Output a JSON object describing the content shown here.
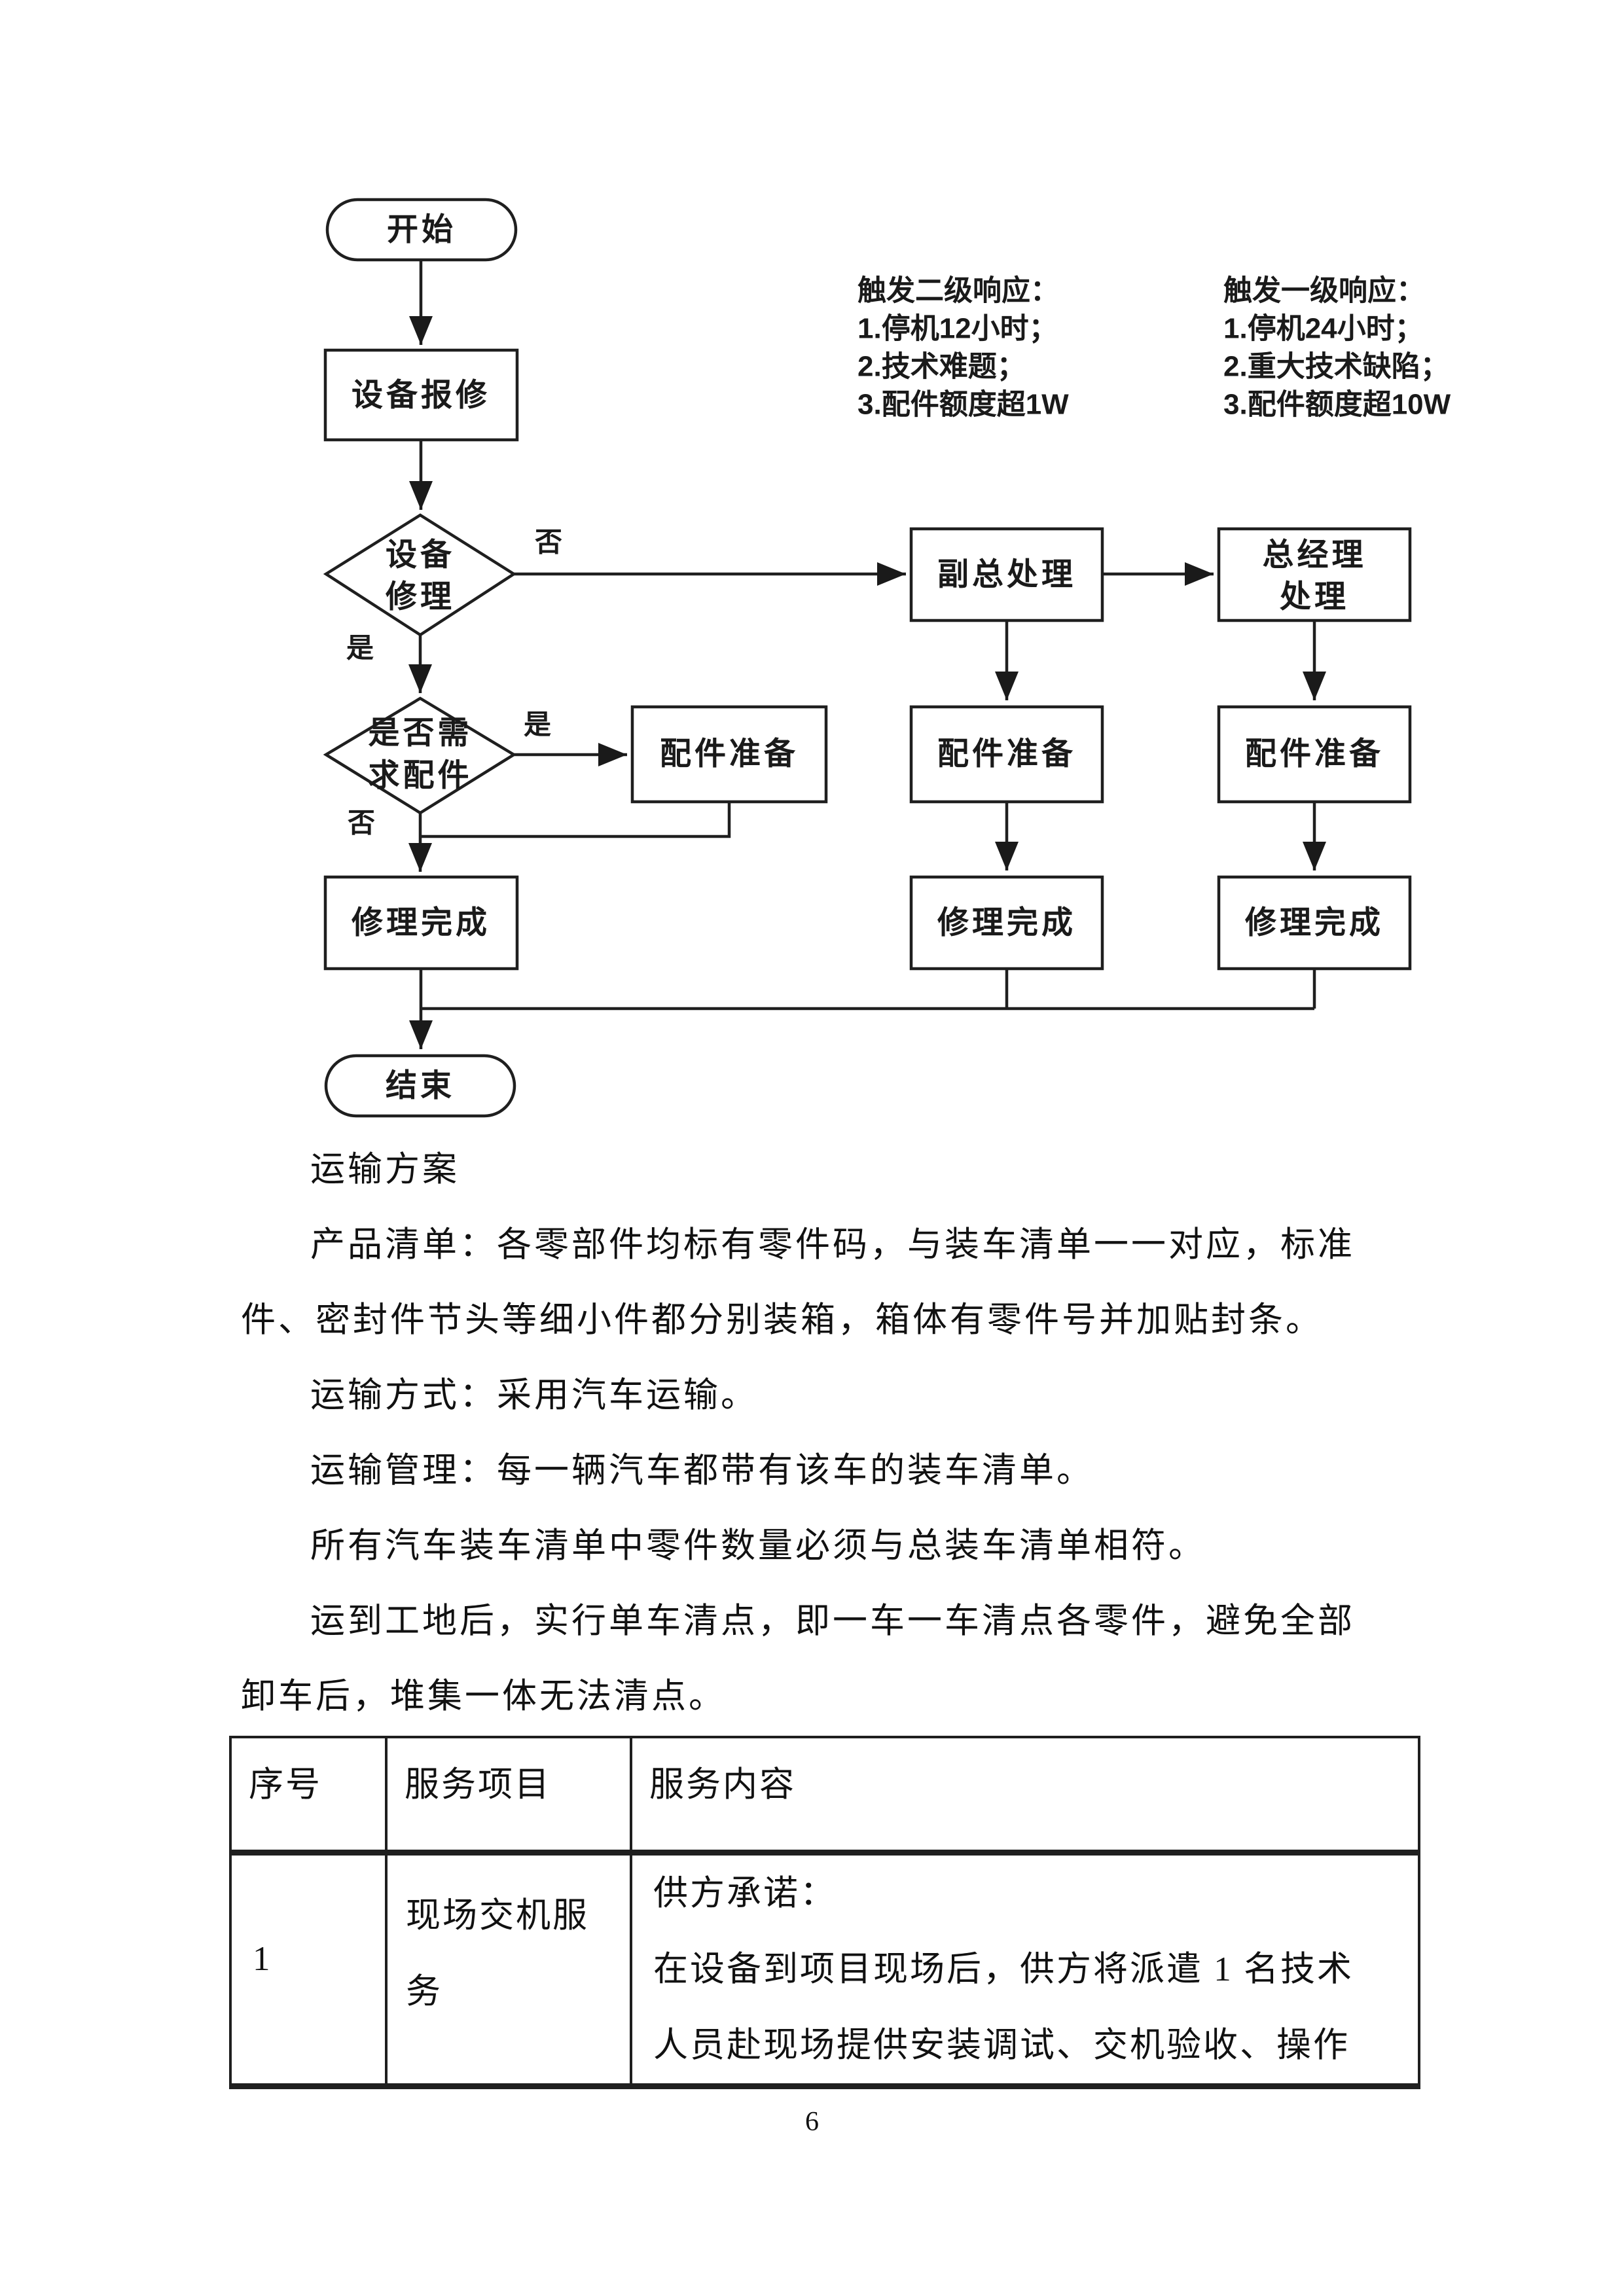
{
  "colors": {
    "ink": "#1f1f1f",
    "background": "#ffffff"
  },
  "page": {
    "number": "6"
  },
  "flowchart": {
    "nodes": {
      "start": "开始",
      "report": "设备报修",
      "decision_repair": {
        "line1": "设备",
        "line2": "修理"
      },
      "deputy_gm": "副总处理",
      "general_manager": {
        "line1": "总经理",
        "line2": "处理"
      },
      "decision_parts": {
        "line1": "是否需",
        "line2": "求配件"
      },
      "parts_prep": "配件准备",
      "repair_done": "修理完成",
      "end": "结束"
    },
    "edge_labels": {
      "yes": "是",
      "no": "否"
    },
    "annotations": {
      "secondary": {
        "title": "触发二级响应：",
        "items": [
          "1.停机12小时；",
          "2.技术难题；",
          "3.配件额度超1W"
        ]
      },
      "primary": {
        "title": "触发一级响应：",
        "items": [
          "1.停机24小时；",
          "2.重大技术缺陷；",
          "3.配件额度超10W"
        ]
      }
    }
  },
  "body": {
    "lines": [
      {
        "indent": true,
        "text": "运输方案"
      },
      {
        "indent": true,
        "text": "产品清单：各零部件均标有零件码，与装车清单一一对应，标准"
      },
      {
        "indent": false,
        "text": "件、密封件节头等细小件都分别装箱，箱体有零件号并加贴封条。"
      },
      {
        "indent": true,
        "text": "运输方式：采用汽车运输。"
      },
      {
        "indent": true,
        "text": "运输管理：每一辆汽车都带有该车的装车清单。"
      },
      {
        "indent": true,
        "text": "所有汽车装车清单中零件数量必须与总装车清单相符。"
      },
      {
        "indent": true,
        "text": "运到工地后，实行单车清点，即一车一车清点各零件，避免全部"
      },
      {
        "indent": false,
        "text": "卸车后，堆集一体无法清点。"
      }
    ]
  },
  "table": {
    "headers": [
      "序号",
      "服务项目",
      "服务内容"
    ],
    "rows": [
      {
        "no": "1",
        "item": "现场交机服务",
        "content": [
          "供方承诺：",
          "在设备到项目现场后，供方将派遣 1 名技术",
          "人员赴现场提供安装调试、交机验收、操作"
        ]
      }
    ]
  }
}
